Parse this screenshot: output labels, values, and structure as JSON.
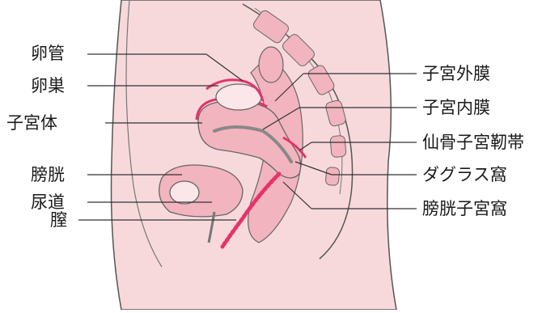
{
  "colors": {
    "body_fill": "#f7d9dc",
    "organ_fill": "#f2b4be",
    "organ_light": "#fbe6e9",
    "accent_pink": "#e5336b",
    "outline": "#555555",
    "leader": "#333333"
  },
  "labels": {
    "left": {
      "fallopian_tube": "卵管",
      "ovary": "卵巣",
      "uterine_body": "子宮体",
      "bladder": "膀胱",
      "urethra": "尿道",
      "vagina": "膣"
    },
    "right": {
      "perimetrium": "子宮外膜",
      "endometrium": "子宮内膜",
      "uterosacral_ligament": "仙骨子宮靭帯",
      "pouch_of_douglas": "ダグラス窩",
      "vesicouterine_pouch": "膀胱子宮窩"
    }
  }
}
